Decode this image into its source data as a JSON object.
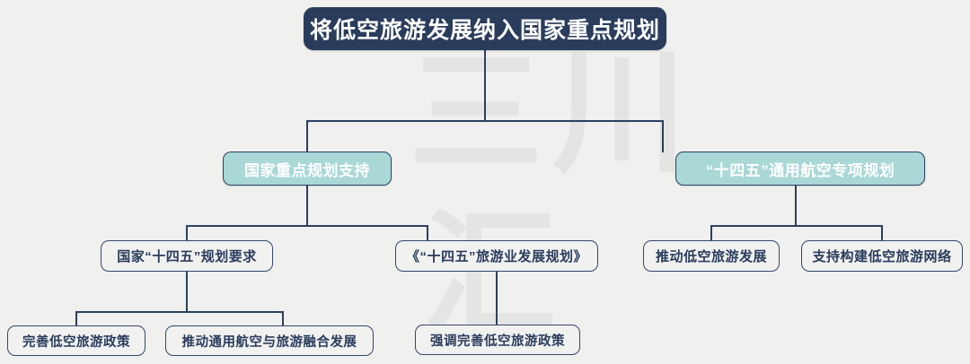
{
  "diagram": {
    "type": "org-tree",
    "background_color": "#f0f0ef",
    "accent_navy": "#2a3c5c",
    "accent_teal": "#a9d8d6",
    "watermark": {
      "line1": "三川",
      "line2": "汇",
      "color": "#e4e5e3"
    },
    "root": {
      "label": "将低空旅游发展纳入国家重点规划"
    },
    "level1": [
      {
        "label": "国家重点规划支持"
      },
      {
        "label": "“十四五”通用航空专项规划"
      }
    ],
    "level2": [
      {
        "label": "国家“十四五”规划要求"
      },
      {
        "label": "《“十四五”旅游业发展规划》"
      },
      {
        "label": "推动低空旅游发展"
      },
      {
        "label": "支持构建低空旅游网络"
      }
    ],
    "level3": [
      {
        "label": "完善低空旅游政策"
      },
      {
        "label": "推动通用航空与旅游融合发展"
      },
      {
        "label": "强调完善低空旅游政策"
      }
    ]
  }
}
